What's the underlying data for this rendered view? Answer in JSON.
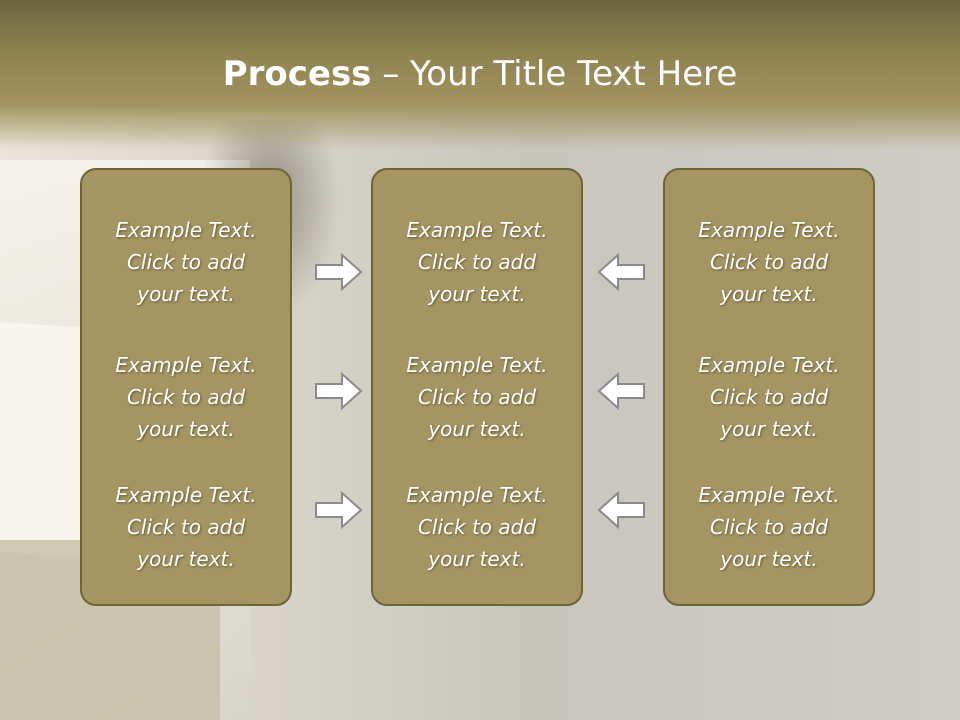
{
  "slide": {
    "title_bold": "Process",
    "title_rest": " – Your Title Text Here"
  },
  "columns": [
    {
      "items": [
        "Example Text.\nClick  to add\nyour text.",
        "Example Text.\nClick  to add\nyour text.",
        "Example Text.\nClick  to add\nyour text."
      ]
    },
    {
      "items": [
        "Example Text.\nClick  to add\nyour text.",
        "Example Text.\nClick  to add\nyour text.",
        "Example Text.\nClick  to add\nyour text."
      ]
    },
    {
      "items": [
        "Example Text.\nClick  to add\nyour text.",
        "Example Text.\nClick  to add\nyour text.",
        "Example Text.\nClick  to add\nyour text."
      ]
    }
  ],
  "arrows": {
    "left_group": "right-arrow-icon",
    "right_group": "left-arrow-icon"
  },
  "colors": {
    "box_fill": "#a49563",
    "box_border": "#6e6436",
    "header": "#8f8250",
    "arrow_fill": "#ffffff",
    "arrow_stroke": "#8a8a8a"
  }
}
